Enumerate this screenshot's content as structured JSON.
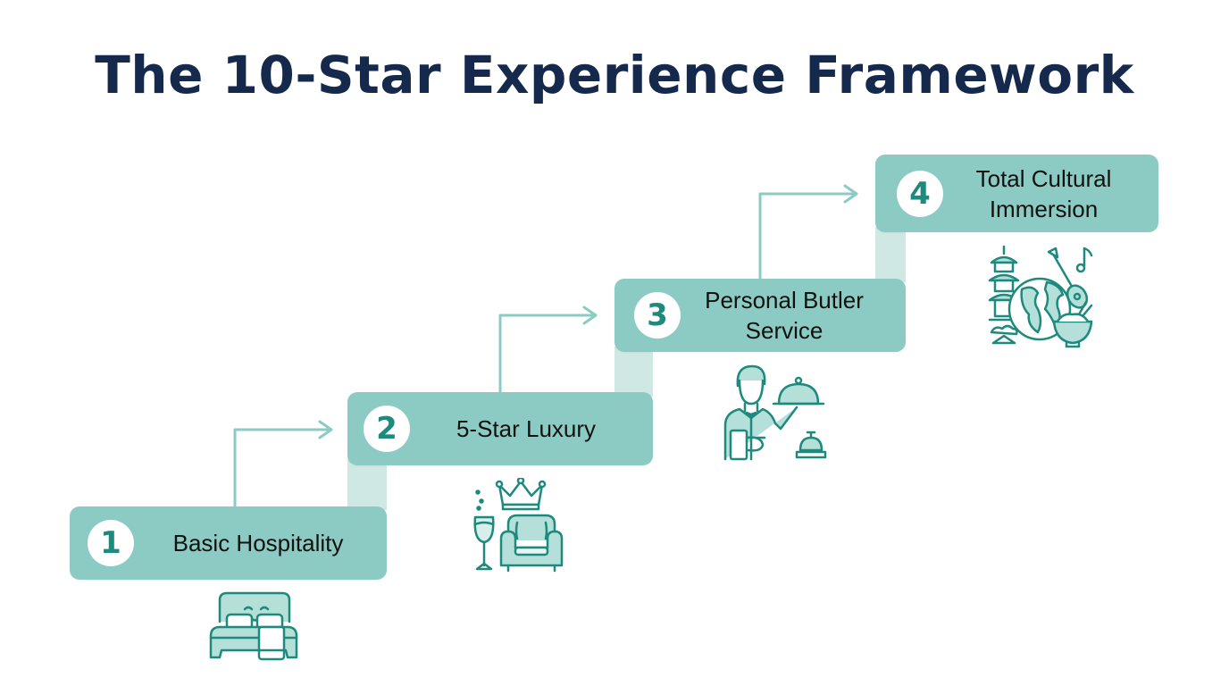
{
  "title": "The 10-Star Experience Framework",
  "colors": {
    "title": "#14294c",
    "step_box": "#8ccbc3",
    "step_connector": "#cfe8e4",
    "number_text": "#1d8a7d",
    "number_bg": "#ffffff",
    "arrow": "#8ccbc3",
    "icon_stroke": "#1d8a7d",
    "icon_fill": "#b5dfd9"
  },
  "steps": [
    {
      "number": "1",
      "label": "Basic Hospitality",
      "icon": "bed-icon"
    },
    {
      "number": "2",
      "label": "5-Star Luxury",
      "icon": "champagne-armchair-crown-icon"
    },
    {
      "number": "3",
      "label_line1": "Personal Butler",
      "label_line2": "Service",
      "icon": "butler-icon"
    },
    {
      "number": "4",
      "label_line1": "Total Cultural",
      "label_line2": "Immersion",
      "icon": "culture-globe-icon"
    }
  ]
}
